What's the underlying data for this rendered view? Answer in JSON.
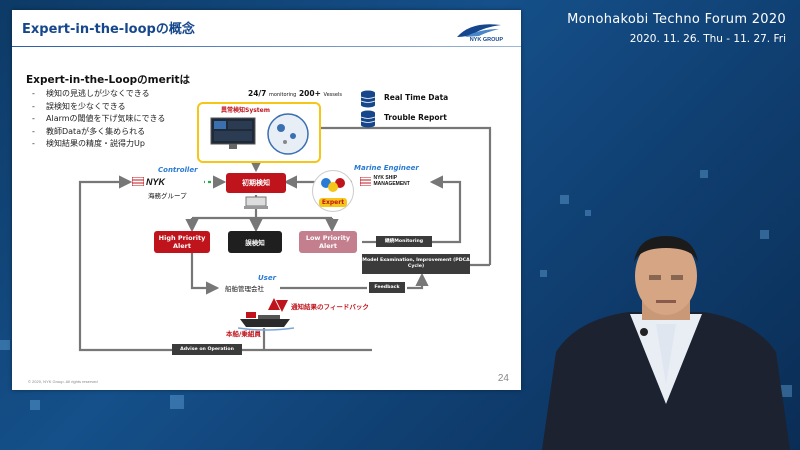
{
  "forum": {
    "title": "Monohakobi Techno Forum  2020",
    "dates": "2020. 11. 26. Thu - 11. 27. Fri"
  },
  "slide": {
    "title": "Expert-in-the-loopの概念",
    "logo_text": "NYK GROUP",
    "merit_heading": "Expert-in-the-Loopのmeritは",
    "merits": [
      "検知の見逃しが少なくできる",
      "誤検知を少なくできる",
      "Alarmの閾値を下げ気味にできる",
      "教師Dataが多く集められる",
      "検知結果の精度・説得力Up"
    ],
    "diagram": {
      "monitoring_24_7": "24/7",
      "monitoring_word": "monitoring",
      "monitoring_vessels": "200+",
      "vessels_word": "Vessels",
      "real_time_data": "Real Time Data",
      "trouble_report": "Trouble Report",
      "system_label": "異常検知System",
      "controller_label": "Controller",
      "controller_logo": "NYK",
      "controller_org": "海務グループ",
      "initial_detection": "初期検知",
      "marine_engineer_label": "Marine Engineer",
      "marine_logo": "NYK SHIP MANAGEMENT",
      "expert_label": "Expert",
      "high_priority": "High Priority Alert",
      "false_detection": "誤検知",
      "low_priority": "Low Priority Alert",
      "continuous_monitoring": "継続Monitoring",
      "model_exam": "Model Examination, Improvement (PDCA Cycle)",
      "user_label": "User",
      "ship_mgmt": "船舶管理会社",
      "feedback": "Feedback",
      "notify_feedback": "通知結果のフィードバック",
      "ship_crew": "本船/乗組員",
      "advise": "Advise on Operation"
    },
    "footer": "© 2020, NYK Group. All rights reserved",
    "page_number": "24"
  },
  "colors": {
    "high": "#c0141c",
    "low": "#c47f8e",
    "gray_box": "#3b3b3b",
    "yellow": "#f5c518",
    "title": "#16478c"
  }
}
